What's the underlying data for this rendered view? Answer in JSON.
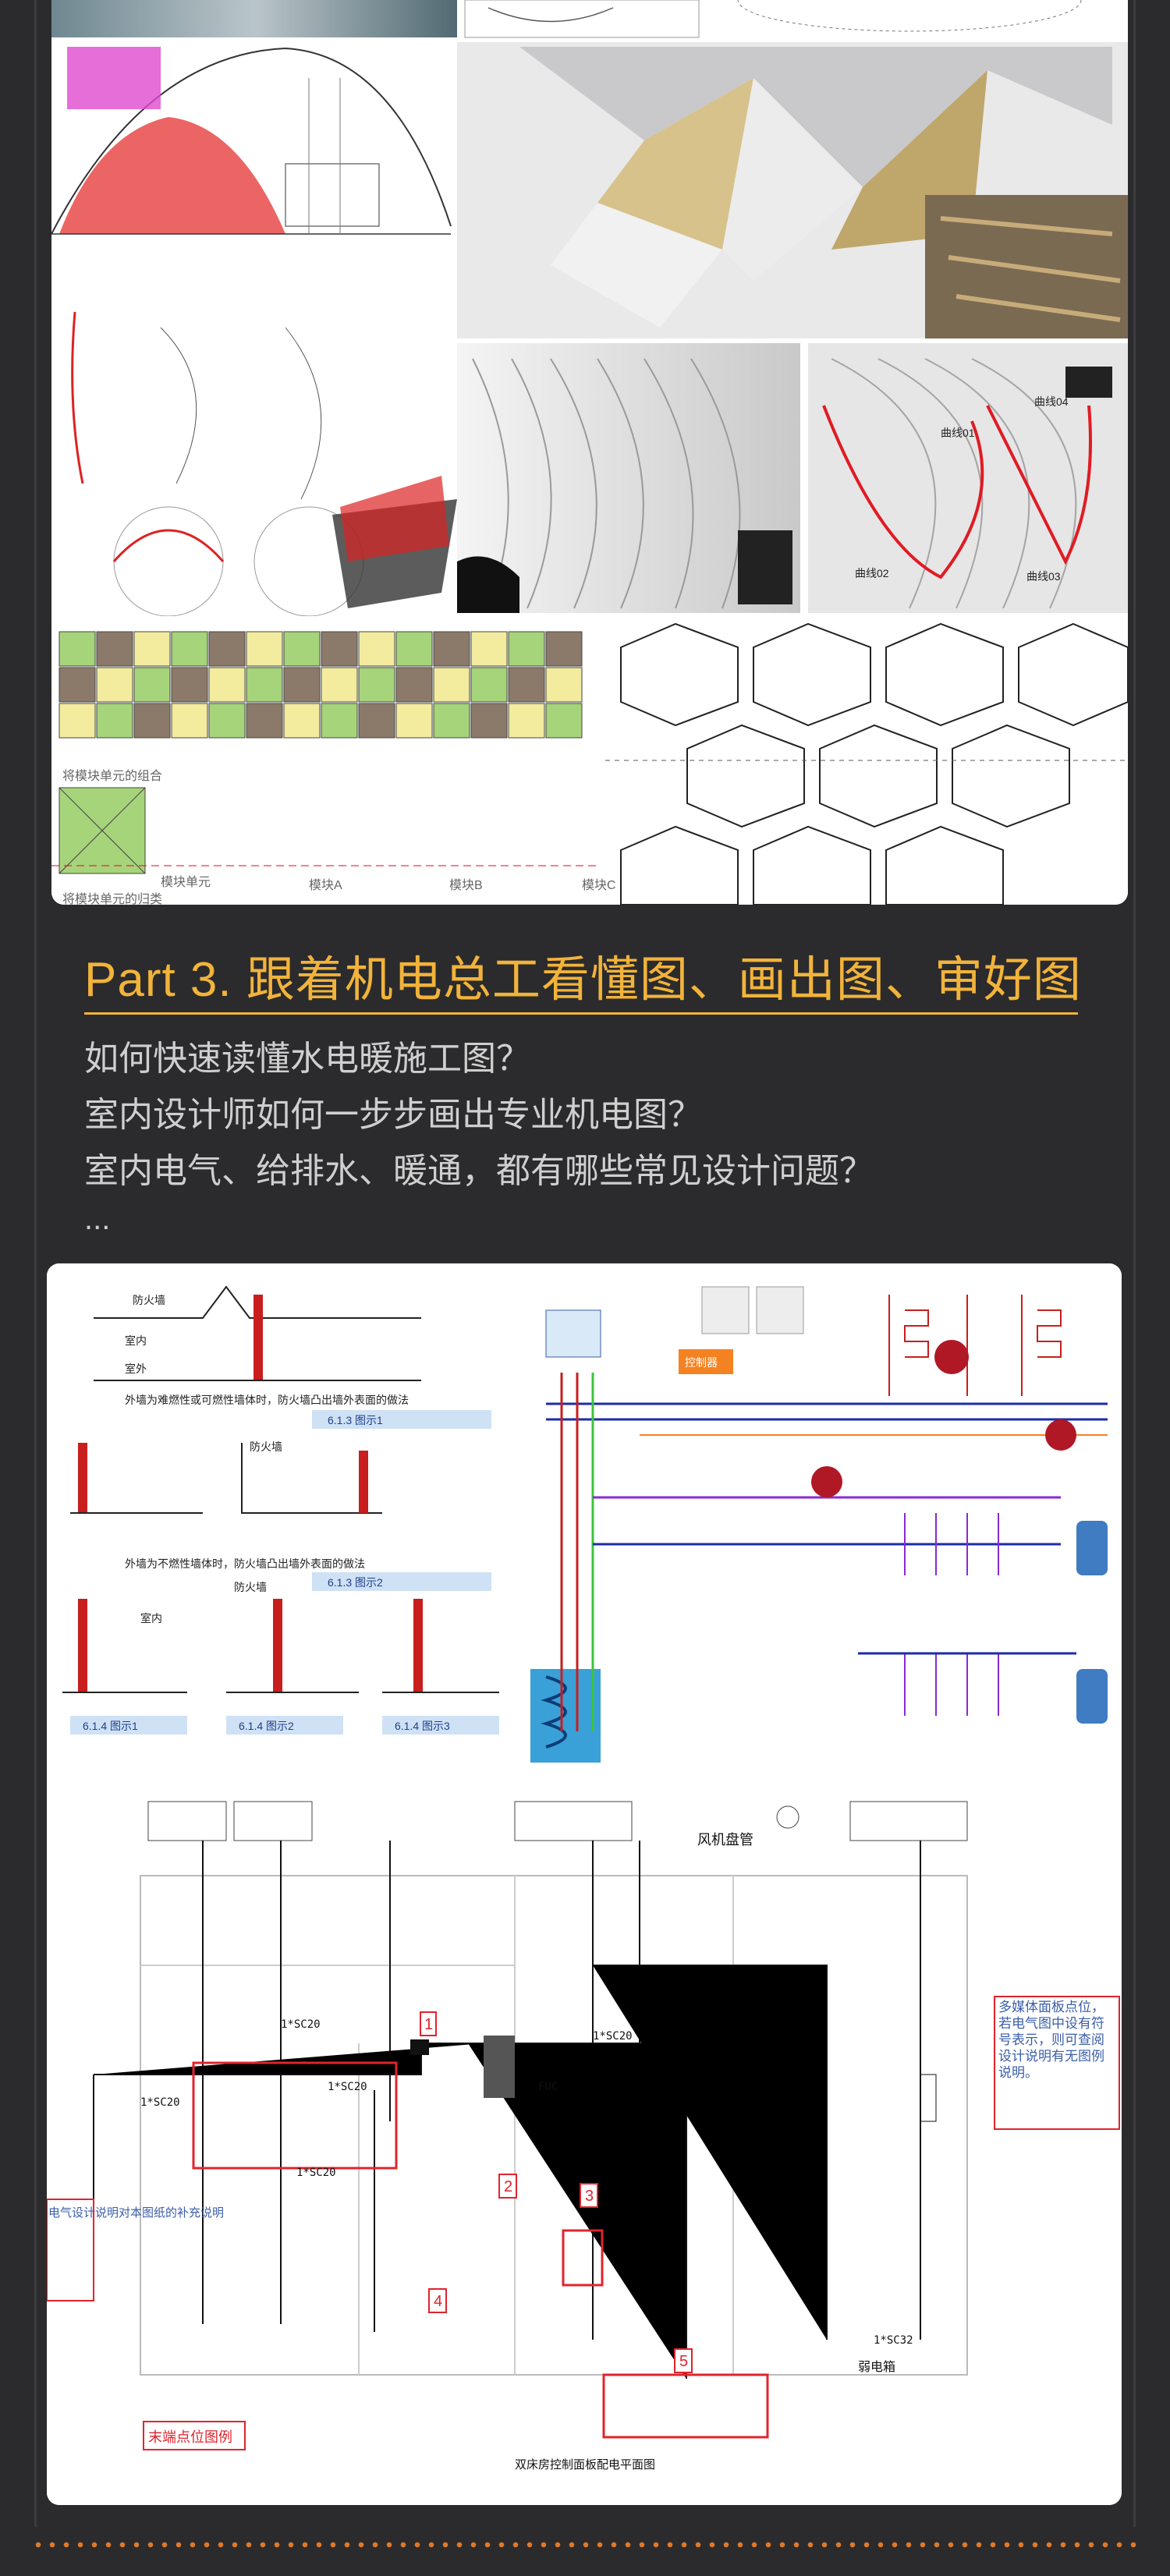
{
  "section": {
    "title": "Part 3. 跟着机电总工看懂图、画出图、审好图",
    "questions": [
      "如何快速读懂水电暖施工图？",
      "室内设计师如何一步步画出专业机电图？",
      "室内电气、给排水、暖通，都有哪些常见设计问题？"
    ],
    "ellipsis": "..."
  },
  "gallery": {
    "label_combination": "将模块单元的组合",
    "label_classify": "将模块单元的归类",
    "label_unit": "模块单元",
    "label_a": "模块A",
    "label_b": "模块B",
    "label_c": "模块C",
    "curve_labels": [
      "曲线01",
      "曲线02",
      "曲线03",
      "曲线04"
    ]
  },
  "fire_drawing": {
    "wall_labels": [
      "防火墙",
      "室内",
      "室外",
      "防火墙",
      "室内",
      "防火墙"
    ],
    "fig1": "6.1.3 图示1",
    "fig2": "6.1.3 图示2",
    "fig3a": "6.1.4 图示1",
    "fig3b": "6.1.4 图示2",
    "fig3c": "6.1.4 图示3",
    "caption1": "外墙为难燃性或可燃性墙体时，防火墙凸出墙外表面的做法",
    "caption2": "外墙为不燃性墙体时，防火墙凸出墙外表面的做法"
  },
  "plumbing": {
    "controller": "控制器"
  },
  "electrical": {
    "conduit_labels": [
      "1*SC20",
      "1*SC20",
      "1*SC20",
      "1*SC20",
      "1*SC20",
      "1*SC32",
      "FUC"
    ],
    "callouts": [
      "1",
      "2",
      "3",
      "4",
      "5"
    ],
    "note_right": "多媒体面板点位，若电气图中设有符号表示，则可查阅设计说明有无图例说明。",
    "note_left": "电气设计说明对本图纸的补充说明",
    "end_point": "末端点位图例",
    "wind_pipe": "风机盘管",
    "weak_box": "弱电箱",
    "plan_title": "双床房控制面板配电平面图"
  },
  "colors": {
    "accent": "#f2b33a",
    "background": "#2b2b2d",
    "callout_red": "#e0242c",
    "dots": "#e0782a"
  }
}
